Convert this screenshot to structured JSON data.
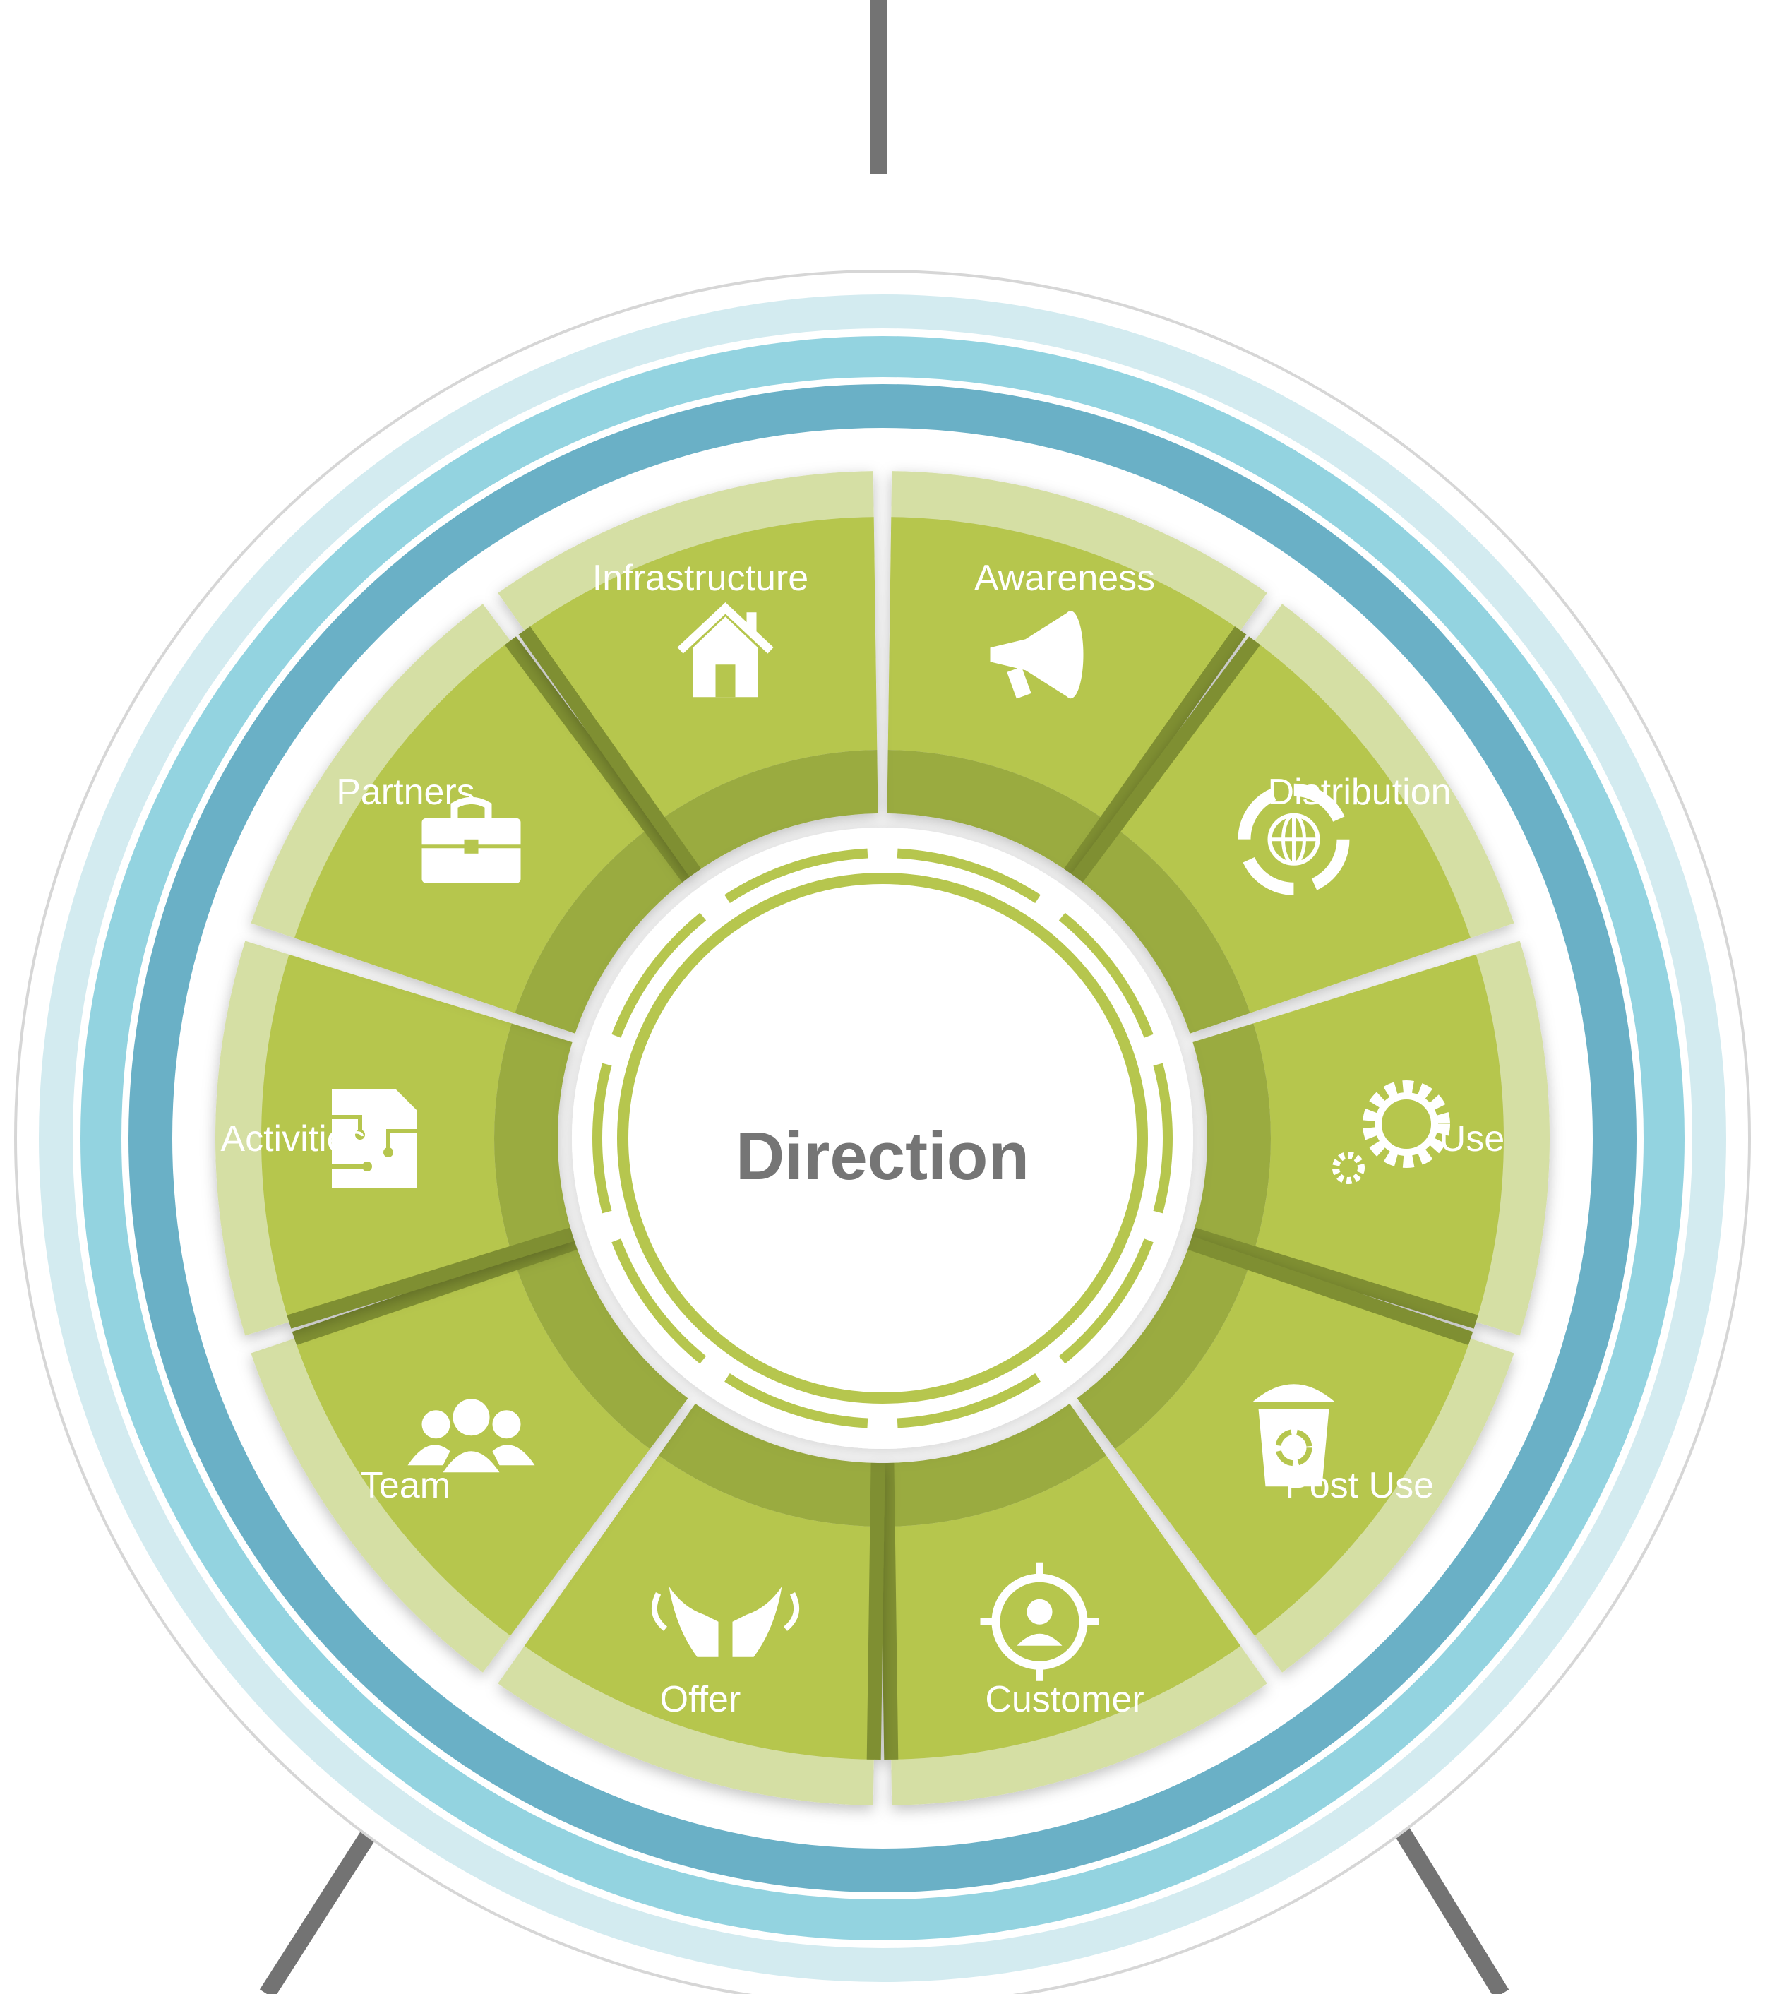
{
  "diagram": {
    "center_label": "Direction",
    "segments": [
      {
        "label": "Awareness",
        "icon": "megaphone-icon"
      },
      {
        "label": "Distribution",
        "icon": "globe-cycle-icon"
      },
      {
        "label": "Use",
        "icon": "gears-icon"
      },
      {
        "label": "Post Use",
        "icon": "recycle-bin-icon"
      },
      {
        "label": "Customer",
        "icon": "target-user-icon"
      },
      {
        "label": "Offer",
        "icon": "offering-hands-icon"
      },
      {
        "label": "Team",
        "icon": "team-icon"
      },
      {
        "label": "Activities",
        "icon": "circuit-document-icon"
      },
      {
        "label": "Partners",
        "icon": "briefcase-icon"
      },
      {
        "label": "Infrastructure",
        "icon": "house-icon"
      }
    ],
    "colors": {
      "segment_green": "#b6c64e",
      "segment_light": "#d5dfa4",
      "segment_inner": "#9aab41",
      "segment_divider": "#7f8f33",
      "ring_dark_blue": "#6ab0c6",
      "ring_mid_blue": "#93d3e0",
      "ring_light_blue": "#d3ebf0",
      "center_text": "#757575",
      "stand_gray": "#737373"
    }
  }
}
